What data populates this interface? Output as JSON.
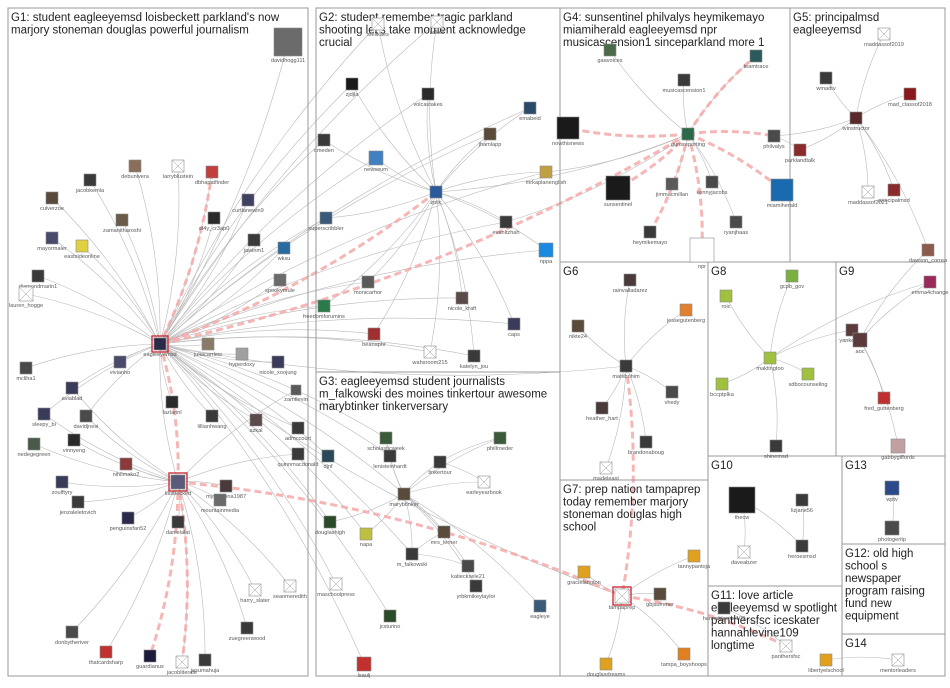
{
  "groups": [
    {
      "id": "G1",
      "title": [
        "G1: student eagleeyemsd loisbeckett parkland's now",
        "marjory stoneman douglas powerful journalism"
      ]
    },
    {
      "id": "G2",
      "title": [
        "G2: student remember tragic parkland",
        "shooting let's take moment acknowledge",
        "crucial"
      ]
    },
    {
      "id": "G3",
      "title": [
        "G3: eagleeyemsd student journalists",
        "m_falkowski des moines tinkertour awesome",
        "marybtinker tinkerversary"
      ]
    },
    {
      "id": "G4",
      "title": [
        "G4: sunsentinel philvalys heymikemayo",
        "miamiherald eagleeyemsd npr",
        "musicascension1 sinceparkland more 1"
      ]
    },
    {
      "id": "G5",
      "title": [
        "G5: principalmsd",
        "eagleeyemsd"
      ]
    },
    {
      "id": "G6",
      "title": [
        "G6"
      ]
    },
    {
      "id": "G7",
      "title": [
        "G7: prep nation tampaprep",
        "today remember marjory",
        "stoneman douglas high",
        "school"
      ]
    },
    {
      "id": "G8",
      "title": [
        "G8"
      ]
    },
    {
      "id": "G9",
      "title": [
        "G9"
      ]
    },
    {
      "id": "G10",
      "title": [
        "G10"
      ]
    },
    {
      "id": "G11",
      "title": [
        "G11: love article",
        "eagleeyemsd w spotlight",
        "panthersfsc iceskater",
        "hannahlevine109",
        "longtime"
      ]
    },
    {
      "id": "G12",
      "title": [
        "G12: old high",
        "school s",
        "newspaper",
        "program raising",
        "fund new",
        "equipment"
      ]
    },
    {
      "id": "G13",
      "title": [
        "G13"
      ]
    },
    {
      "id": "G14",
      "title": [
        "G14"
      ]
    }
  ],
  "nodes": [
    {
      "id": "davidhogg111",
      "label": "davidhogg111",
      "color": "#6b6b6b"
    },
    {
      "id": "jacobkemla",
      "label": "jacobkemla",
      "color": "#3a3a3a"
    },
    {
      "id": "debunivera",
      "label": "debunivera",
      "color": "#8a6d5a"
    },
    {
      "id": "larryblustein",
      "label": "larryblustein",
      "color": "#ffffff"
    },
    {
      "id": "dbhapatfinder",
      "label": "dbhapatfinder",
      "color": "#c04040"
    },
    {
      "id": "culverzoe",
      "label": "culverzoe",
      "color": "#5a4a3a"
    },
    {
      "id": "curtlanewin9",
      "label": "curtlanewin9",
      "color": "#404060"
    },
    {
      "id": "zamanitharoshi",
      "label": "zamanitharoshi",
      "color": "#6a5a4a"
    },
    {
      "id": "at4y_cr3ap0",
      "label": "at4y_cr3ap0",
      "color": "#2a2a2a"
    },
    {
      "id": "mayormaler",
      "label": "mayormaler",
      "color": "#4a4a6a"
    },
    {
      "id": "eastsideonline",
      "label": "eastsideonline",
      "color": "#e0d040"
    },
    {
      "id": "jawinm1",
      "label": "jawinm1",
      "color": "#3a3a3a"
    },
    {
      "id": "wksu",
      "label": "wksu",
      "color": "#2a6aa0"
    },
    {
      "id": "diamondmarin1",
      "label": "diamondmarin1",
      "color": "#3a3a3a"
    },
    {
      "id": "lauren_hogge",
      "label": "lauren_hogge",
      "color": "#ffffff"
    },
    {
      "id": "spookymule",
      "label": "spookymule",
      "color": "#6a6a6a"
    },
    {
      "id": "mcliha1",
      "label": "mcliha1",
      "color": "#4a4a4a"
    },
    {
      "id": "eagleeyemsd",
      "label": "eagleeyemsd",
      "color": "#2a2a4a",
      "selected": true
    },
    {
      "id": "juliacarrlew",
      "label": "juliacarrlew",
      "color": "#8a7a6a"
    },
    {
      "id": "hyperdoxy",
      "label": "hyperdoxy",
      "color": "#a0a0a0"
    },
    {
      "id": "vivianho",
      "label": "vivianho",
      "color": "#4a4a6a"
    },
    {
      "id": "nicole_xoojung",
      "label": "nicole_xoojung",
      "color": "#3a3a5a"
    },
    {
      "id": "zamtlevin",
      "label": "zamtlevin",
      "color": "#5a5a5a"
    },
    {
      "id": "aviablad",
      "label": "aviablad",
      "color": "#3a3a5a"
    },
    {
      "id": "davidjnesi",
      "label": "davidjnesi",
      "color": "#4a4a4a"
    },
    {
      "id": "fazlarinl",
      "label": "fazlarinl",
      "color": "#2a2a2a"
    },
    {
      "id": "lillianhwang",
      "label": "lillianhwang",
      "color": "#3a3a3a"
    },
    {
      "id": "azkal",
      "label": "azkal",
      "color": "#5a4a4a"
    },
    {
      "id": "sleepy_bi",
      "label": "sleepy_bi",
      "color": "#3a3a5a"
    },
    {
      "id": "admccourt",
      "label": "admccourt",
      "color": "#3a3a3a"
    },
    {
      "id": "nedegegreen",
      "label": "nedegegreen",
      "color": "#4a5a4a"
    },
    {
      "id": "vinnyeng",
      "label": "vinnyeng",
      "color": "#2a2a2a"
    },
    {
      "id": "nihilmako2",
      "label": "nihilmako2",
      "color": "#8a3a3a"
    },
    {
      "id": "quinnmacdonald",
      "label": "quinnmacdonald",
      "color": "#3a3a3a"
    },
    {
      "id": "loisbeckett",
      "label": "loisbeckett",
      "color": "#5a5a7a",
      "selected": true
    },
    {
      "id": "mysharona1987",
      "label": "mysharona1987",
      "color": "#4a3a3a"
    },
    {
      "id": "zoulftyry",
      "label": "zoulftyry",
      "color": "#3a3a5a"
    },
    {
      "id": "jenzaleletovich",
      "label": "jenzaleletovich",
      "color": "#3a3a3a"
    },
    {
      "id": "penguinsfan52",
      "label": "penguinsfan52",
      "color": "#2a2a4a"
    },
    {
      "id": "mountainmedia",
      "label": "mountainmedia",
      "color": "#6a6a6a"
    },
    {
      "id": "danielalat",
      "label": "danielalat",
      "color": "#3a3a3a"
    },
    {
      "id": "seanmeredith",
      "label": "seanmeredith",
      "color": "#ffffff"
    },
    {
      "id": "harry_slater",
      "label": "harry_slater",
      "color": "#ffffff"
    },
    {
      "id": "donbytheriver",
      "label": "donbytheriver",
      "color": "#4a4a4a"
    },
    {
      "id": "zuegreenwood",
      "label": "zuegreenwood",
      "color": "#3a3a3a"
    },
    {
      "id": "thatcardsharp",
      "label": "thatcardsharp",
      "color": "#c03030"
    },
    {
      "id": "guardianus",
      "label": "guardianus",
      "color": "#1a1a3a"
    },
    {
      "id": "jacobliterate",
      "label": "jacobliterate",
      "color": "#ffffff"
    },
    {
      "id": "jasumahuja",
      "label": "jasumahuja",
      "color": "#3a3a3a"
    },
    {
      "id": "stellkaes",
      "label": "stellkaes",
      "color": "#ffffff"
    },
    {
      "id": "adkell",
      "label": "adkell",
      "color": "#ffffff"
    },
    {
      "id": "zjdjla",
      "label": "zjdjla",
      "color": "#1a1a1a"
    },
    {
      "id": "volcastakes",
      "label": "volcastakes",
      "color": "#2a2a2a"
    },
    {
      "id": "emabeid",
      "label": "emabeid",
      "color": "#2a4a6a"
    },
    {
      "id": "cmeden",
      "label": "cmeden",
      "color": "#3a3a3a"
    },
    {
      "id": "jhamlapp",
      "label": "jhamlapp",
      "color": "#5a4a3a"
    },
    {
      "id": "newseum",
      "label": "newseum",
      "color": "#4080c0"
    },
    {
      "id": "mrkaplanenglish",
      "label": "mrkaplanenglish",
      "color": "#c0a040"
    },
    {
      "id": "zplic",
      "label": "zplic",
      "color": "#2a5a9a"
    },
    {
      "id": "superscribbler",
      "label": "superscribbler",
      "color": "#3a5a7a"
    },
    {
      "id": "evanltzhah",
      "label": "evanltzhah",
      "color": "#3a3a3a"
    },
    {
      "id": "nppa",
      "label": "nppa",
      "color": "#1a8ae0"
    },
    {
      "id": "monicarhor",
      "label": "monicarhor",
      "color": "#5a5a5a"
    },
    {
      "id": "freedomforumins",
      "label": "freedomforumins",
      "color": "#2a7a4a"
    },
    {
      "id": "nicole_kraft",
      "label": "nicole_kraft",
      "color": "#5a4a4a"
    },
    {
      "id": "caps",
      "label": "caps",
      "color": "#3a3a5a"
    },
    {
      "id": "beanaphr",
      "label": "beanaphr",
      "color": "#a03030"
    },
    {
      "id": "wahsroom215",
      "label": "wahsroom215",
      "color": "#ffffff"
    },
    {
      "id": "katelyn_jou",
      "label": "katelyn_jou",
      "color": "#3a3a3a"
    },
    {
      "id": "nowthisnews",
      "label": "nowthisnews",
      "color": "#1a1a1a"
    },
    {
      "id": "gaavoices",
      "label": "gaavoices",
      "color": "#4a6a4a"
    },
    {
      "id": "musicascension1",
      "label": "musicascension1",
      "color": "#3a3a3a"
    },
    {
      "id": "gunsreporting",
      "label": "gunsreporting",
      "color": "#2a6a4a"
    },
    {
      "id": "teamtrace",
      "label": "teamtrace",
      "color": "#2a5a5a"
    },
    {
      "id": "philvalys",
      "label": "philvalys",
      "color": "#4a4a4a"
    },
    {
      "id": "sunsentinel",
      "label": "sunsentinel",
      "color": "#1a1a1a"
    },
    {
      "id": "jimmacmillan",
      "label": "jimmacmillan",
      "color": "#5a5a5a"
    },
    {
      "id": "kennyjacobs",
      "label": "kennyjacobs",
      "color": "#4a4a4a"
    },
    {
      "id": "miamiherald",
      "label": "miamiherald",
      "color": "#1a6ab0"
    },
    {
      "id": "ryanjhaas",
      "label": "ryanjhaas",
      "color": "#4a4a4a"
    },
    {
      "id": "heymikemayo",
      "label": "heymikemayo",
      "color": "#3a3a3a"
    },
    {
      "id": "npr",
      "label": "npr",
      "color": "#ffffff"
    },
    {
      "id": "maddassof2019",
      "label": "maddassof2019",
      "color": "#ffffff"
    },
    {
      "id": "wmadtv",
      "label": "wmadtv",
      "color": "#3a3a3a"
    },
    {
      "id": "mad_classof2018",
      "label": "mad_classof2018",
      "color": "#8a1a1a"
    },
    {
      "id": "tvinstructor",
      "label": "tvinstructor",
      "color": "#5a2a2a"
    },
    {
      "id": "parklandtalk",
      "label": "parklandtalk",
      "color": "#8a2a2a"
    },
    {
      "id": "maddassof2021",
      "label": "maddassof2021",
      "color": "#ffffff"
    },
    {
      "id": "principalmsd",
      "label": "principalmsd",
      "color": "#8a2a2a"
    },
    {
      "id": "dawson_correa",
      "label": "dawson_correa",
      "color": "#8a5a4a"
    },
    {
      "id": "rainvalladarez",
      "label": "rainvalladarez",
      "color": "#4a3a3a"
    },
    {
      "id": "jessegutenberg",
      "label": "jessegutenberg",
      "color": "#e08030"
    },
    {
      "id": "nikte24",
      "label": "nikte24",
      "color": "#5a4a3a"
    },
    {
      "id": "mahibrihim",
      "label": "mahibrihim",
      "color": "#3a3a3a"
    },
    {
      "id": "vhedy",
      "label": "vhedy",
      "color": "#4a4a4a"
    },
    {
      "id": "heather_hart",
      "label": "heather_hart",
      "color": "#4a3a3a"
    },
    {
      "id": "brandonaboug",
      "label": "brandonaboug",
      "color": "#3a3a3a"
    },
    {
      "id": "madeleast",
      "label": "madeleast",
      "color": "#ffffff"
    },
    {
      "id": "gcpb_gov",
      "label": "gcpb_gov",
      "color": "#7ab040"
    },
    {
      "id": "roic",
      "label": "roic",
      "color": "#a0c040"
    },
    {
      "id": "maktingtoo",
      "label": "maktingtoo",
      "color": "#a0c040"
    },
    {
      "id": "bccptplka",
      "label": "bccptplka",
      "color": "#a0c040"
    },
    {
      "id": "sdbocounseling",
      "label": "sdbocounseling",
      "color": "#a0c040"
    },
    {
      "id": "shinemsd",
      "label": "shinemsd",
      "color": "#3a3a3a"
    },
    {
      "id": "emma4change",
      "label": "emma4change",
      "color": "#9a2a5a"
    },
    {
      "id": "yankesjoe",
      "label": "yankesjoe",
      "color": "#5a3a3a"
    },
    {
      "id": "aoc",
      "label": "aoc",
      "color": "#5a3a3a"
    },
    {
      "id": "fred_guttenberg",
      "label": "fred_guttenberg",
      "color": "#c03030"
    },
    {
      "id": "gabbygiffords",
      "label": "gabbygiffords",
      "color": "#c0a0a0"
    },
    {
      "id": "scholasticweek",
      "label": "scholasticweek",
      "color": "#3a5a3a"
    },
    {
      "id": "lenisteinhardt",
      "label": "lenisteinhardt",
      "color": "#3a3a3a"
    },
    {
      "id": "phillroeder",
      "label": "phillroeder",
      "color": "#3a5a3a"
    },
    {
      "id": "djnf",
      "label": "djnf",
      "color": "#2a4a5a"
    },
    {
      "id": "tinkertour",
      "label": "tinkertour",
      "color": "#3a3a3a"
    },
    {
      "id": "earleyearbook",
      "label": "earleyearbook",
      "color": "#ffffff"
    },
    {
      "id": "marybtinker",
      "label": "marybtinker",
      "color": "#5a4a3a"
    },
    {
      "id": "douglashigh",
      "label": "douglashigh",
      "color": "#2a4a2a"
    },
    {
      "id": "napa",
      "label": "napa",
      "color": "#c0c040"
    },
    {
      "id": "mrs_lerner",
      "label": "mrs_lerner",
      "color": "#5a4a3a"
    },
    {
      "id": "m_falkowski",
      "label": "m_falkowski",
      "color": "#3a3a3a"
    },
    {
      "id": "maschoolpress",
      "label": "maschoolpress",
      "color": "#ffffff"
    },
    {
      "id": "katiecksele21",
      "label": "katiecksele21",
      "color": "#4a4a4a"
    },
    {
      "id": "yrbkmikeytaylor",
      "label": "yrbkmikeytaylor",
      "color": "#3a3a3a"
    },
    {
      "id": "eagleye",
      "label": "eagleye",
      "color": "#3a5a7a"
    },
    {
      "id": "jcsturino",
      "label": "jcsturino",
      "color": "#2a4a2a"
    },
    {
      "id": "lsaulj",
      "label": "lsaulj",
      "color": "#c03030"
    },
    {
      "id": "tampaprep",
      "label": "tampaprep",
      "color": "#ffffff",
      "selected": true
    },
    {
      "id": "gracielangton",
      "label": "gracielangton",
      "color": "#e0a020"
    },
    {
      "id": "gbjsummer",
      "label": "gbjsummer",
      "color": "#5a4a3a"
    },
    {
      "id": "tannypantoja",
      "label": "tannypantoja",
      "color": "#e0a020"
    },
    {
      "id": "douglasdreams",
      "label": "douglasdreams",
      "color": "#e0a020"
    },
    {
      "id": "tampa_boyshoops",
      "label": "tampa_boyshoops",
      "color": "#e08020"
    },
    {
      "id": "thecw",
      "label": "thecw",
      "color": "#1a1a1a"
    },
    {
      "id": "lizjane56",
      "label": "lizjane56",
      "color": "#3a3a3a"
    },
    {
      "id": "daveabzer",
      "label": "daveabzer",
      "color": "#ffffff"
    },
    {
      "id": "heroesmsd",
      "label": "heroesmsd",
      "color": "#3a3a3a"
    },
    {
      "id": "hannahlevine109",
      "label": "hannahlevine109",
      "color": "#3a3a3a"
    },
    {
      "id": "panthersfsc",
      "label": "panthersfsc",
      "color": "#ffffff"
    },
    {
      "id": "libertyelschool",
      "label": "libertyelschool",
      "color": "#e0a020"
    },
    {
      "id": "wptv",
      "label": "wptv",
      "color": "#2a4a8a"
    },
    {
      "id": "photogeritp",
      "label": "photogeritp",
      "color": "#4a4a4a"
    },
    {
      "id": "mentorleaders",
      "label": "mentorleaders",
      "color": "#ffffff"
    }
  ]
}
